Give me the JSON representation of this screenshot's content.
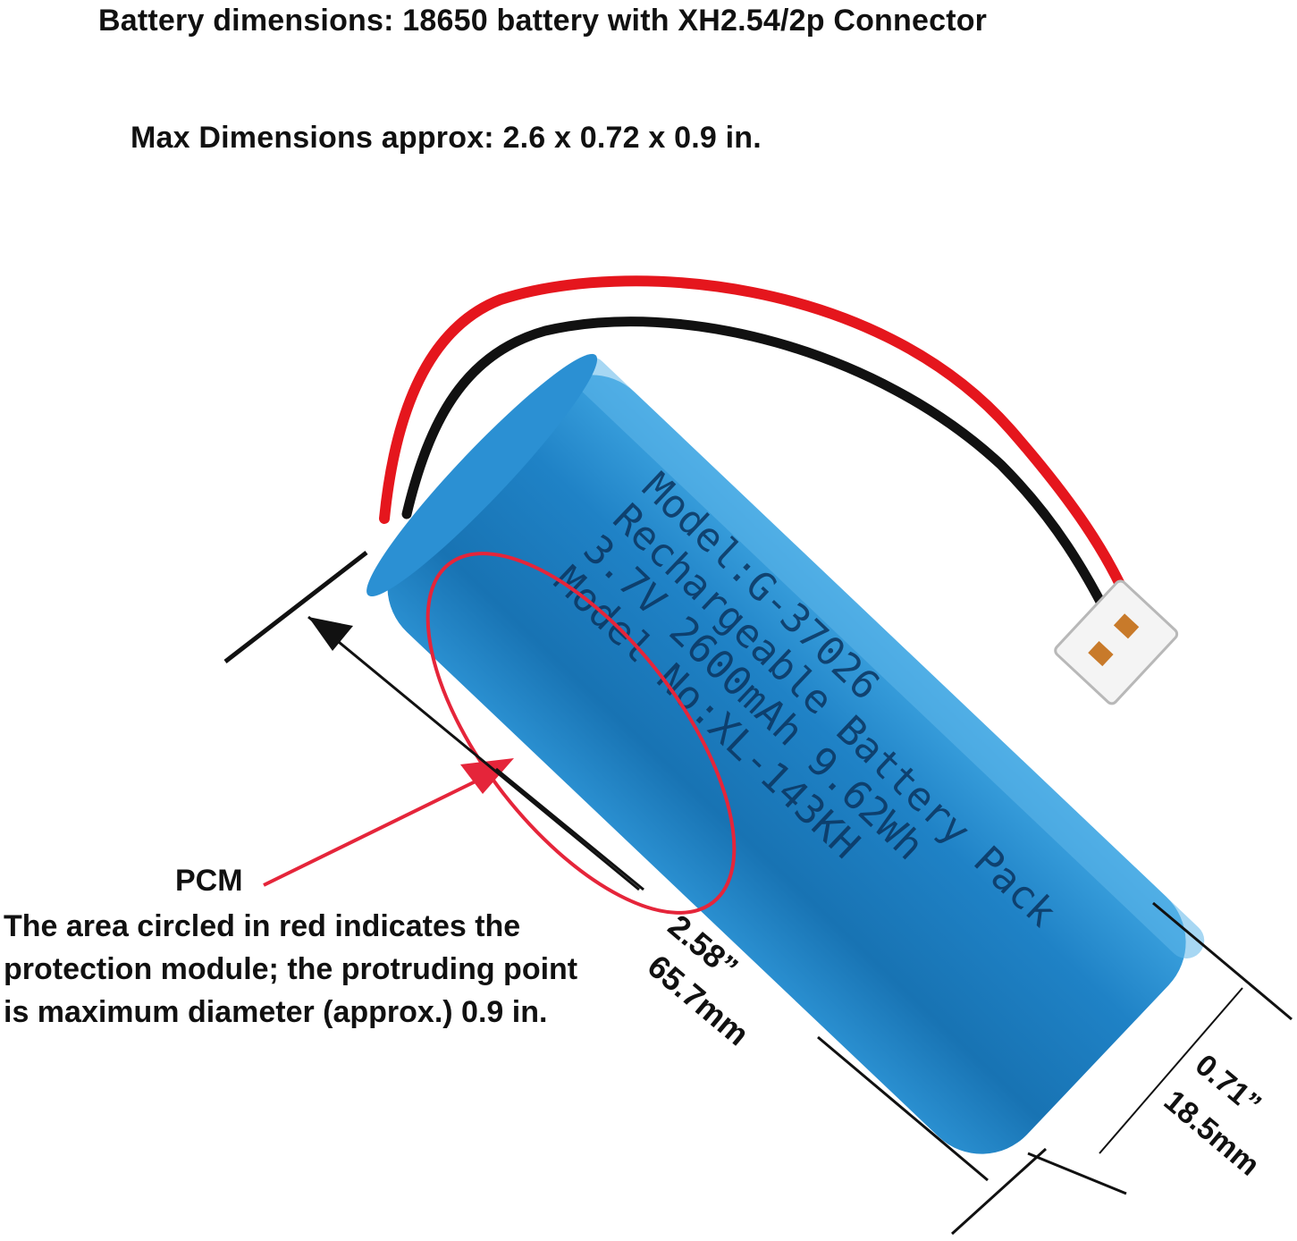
{
  "headline_battery": "Battery dimensions: 18650 battery with XH2.54/2p Connector",
  "headline_max": "Max Dimensions approx: 2.6 x 0.72 x 0.9 in.",
  "battery": {
    "label_lines": [
      "Model:G-37026",
      "Rechargeable Battery Pack",
      "3.7V 2600mAh 9.62Wh",
      "Model No:XL-143KH"
    ],
    "wrap_color": "#1f82c6",
    "wire_red": "#e5161d",
    "wire_black": "#111111",
    "connector_color": "#f4f4f4"
  },
  "length_dim": {
    "inch": "2.58”",
    "mm": "65.7mm"
  },
  "diameter_dim": {
    "inch": "0.71”",
    "mm": "18.5mm"
  },
  "pcm": {
    "label": "PCM",
    "description": "The area circled in red indicates the protection module; the protruding point is maximum diameter (approx.) 0.9 in.",
    "highlight_color": "#e5253a"
  }
}
